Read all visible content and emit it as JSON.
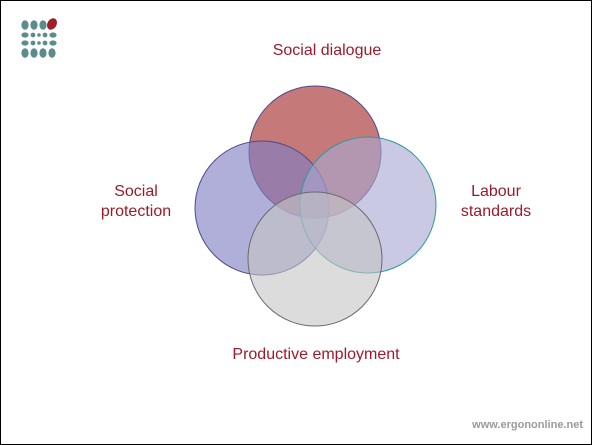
{
  "diagram": {
    "labels": {
      "top": "Social dialogue",
      "left_line1": "Social",
      "left_line2": "protection",
      "right_line1": "Labour",
      "right_line2": "standards",
      "bottom": "Productive employment"
    }
  },
  "footer": {
    "url": "www.ergononline.net"
  },
  "colors": {
    "label_text": "#9c1a2a",
    "circle_top": "#b85c5c",
    "circle_left": "#7e7ec4",
    "circle_right": "#a8a8d2",
    "circle_bottom": "#c4c4c4",
    "logo_teal": "#5c8c8c",
    "logo_red": "#a01e28"
  },
  "logo": {
    "name": "ergon-logo"
  }
}
